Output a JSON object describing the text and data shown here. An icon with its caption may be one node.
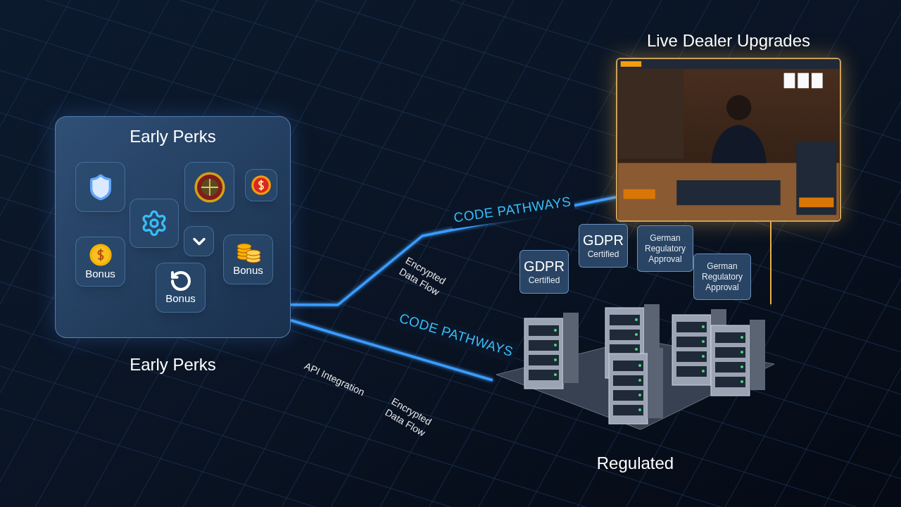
{
  "diagram": {
    "nodes": [
      {
        "text": [
          "Early Perks"
        ],
        "beside": [
          "Early Perks"
        ]
      },
      {
        "text": [],
        "shape": "box",
        "in": 0
      },
      {
        "text": [],
        "shape": "box",
        "in": 0
      },
      {
        "text": [],
        "shape": "box",
        "in": 0
      },
      {
        "text": [],
        "shape": "box",
        "in": 0
      },
      {
        "text": [],
        "shape": "box",
        "in": 0
      },
      {
        "text": [
          "Bonus"
        ],
        "in": 0
      },
      {
        "text": [
          "Bonus"
        ],
        "in": 0
      },
      {
        "text": [
          "Bonus"
        ],
        "in": 0
      },
      {
        "text": [
          "Live Dealer Upgrades"
        ]
      },
      {
        "text": [
          "GDPR",
          "Certified"
        ]
      },
      {
        "text": [
          "GDPR",
          "Certified"
        ]
      },
      {
        "text": [
          "German Regulatory Approval"
        ]
      },
      {
        "text": [
          "German Regulatory Approval"
        ]
      },
      {
        "text": [],
        "shape": "picture",
        "beside": [
          "Regulated"
        ]
      }
    ],
    "edges": [
      {
        "from": 0,
        "to": 9,
        "arrow": "none",
        "label": "CODE PATHWAYS"
      },
      {
        "from": 0,
        "to": 14,
        "arrow": "none",
        "label": "CODE PATHWAYS"
      },
      {
        "from": 14,
        "to": 9,
        "arrow": "none",
        "color": "#e8b04a"
      }
    ],
    "labels": [
      "Encrypted Data Flow",
      "API Integration",
      "Encrypted Data Flow"
    ]
  }
}
